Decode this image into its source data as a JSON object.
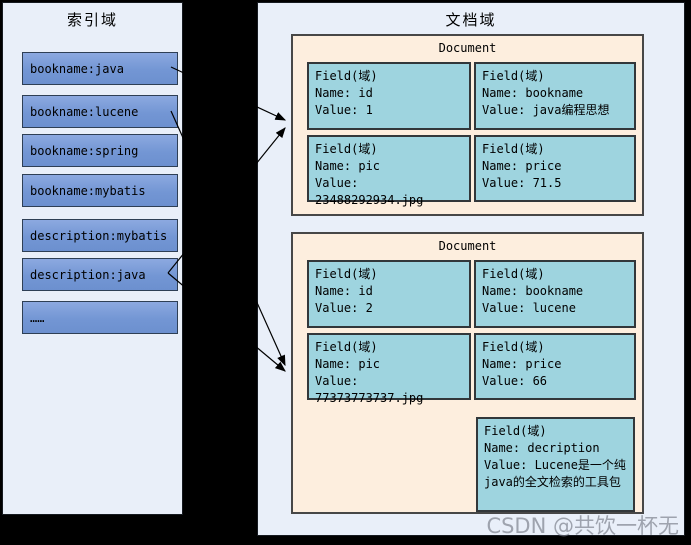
{
  "index_panel": {
    "title": "索引域",
    "terms": [
      "bookname:java",
      "bookname:lucene",
      "bookname:spring",
      "bookname:mybatis",
      "description:mybatis",
      "description:java",
      "……"
    ]
  },
  "document_panel": {
    "title": "文档域",
    "documents": [
      {
        "label": "Document",
        "fields": [
          {
            "label": "Field(域)",
            "name": "Name: id",
            "value": "Value: 1"
          },
          {
            "label": "Field(域)",
            "name": "Name: bookname",
            "value": "Value: java编程思想"
          },
          {
            "label": "Field(域)",
            "name": "Name: pic",
            "value": "Value: 23488292934.jpg"
          },
          {
            "label": "Field(域)",
            "name": "Name: price",
            "value": "Value: 71.5"
          }
        ]
      },
      {
        "label": "Document",
        "fields": [
          {
            "label": "Field(域)",
            "name": "Name: id",
            "value": "Value: 2"
          },
          {
            "label": "Field(域)",
            "name": "Name: bookname",
            "value": "Value: lucene"
          },
          {
            "label": "Field(域)",
            "name": "Name: pic",
            "value": "Value: 77373773737.jpg"
          },
          {
            "label": "Field(域)",
            "name": "Name: price",
            "value": "Value: 66"
          },
          {
            "label": "Field(域)",
            "name": "Name: decription",
            "value": "Value: Lucene是一个纯java的全文检索的工具包"
          }
        ]
      }
    ]
  },
  "arrows": [
    {
      "from": "bookname:java",
      "to": "document-1"
    },
    {
      "from": "bookname:lucene",
      "to": "document-2"
    },
    {
      "from": "description:java",
      "to": "document-1"
    },
    {
      "from": "description:java",
      "to": "document-2"
    }
  ],
  "watermark": "CSDN @共饮一杯无",
  "colors": {
    "background": "#000000",
    "panel_bg": "#e9eff9",
    "term_box": "#7c9cd8",
    "document_box": "#fdeede",
    "field_box": "#9ed4df",
    "arrow": "#000000",
    "watermark_gray": "#70757f"
  }
}
